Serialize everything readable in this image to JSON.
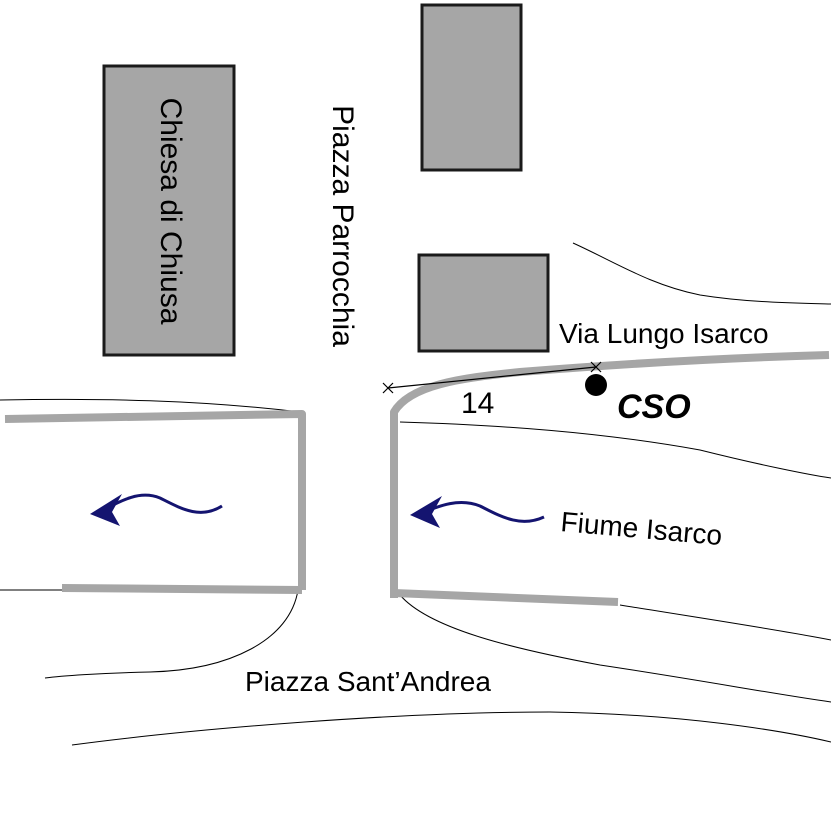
{
  "labels": {
    "church": "Chiesa di Chiusa",
    "parish_square": "Piazza Parrocchia",
    "street": "Via Lungo Isarco",
    "distance": "14",
    "cso": "CSO",
    "river": "Fiume Isarco",
    "sant_andrea_square": "Piazza Sant’Andrea"
  },
  "colors": {
    "building_fill": "#a6a6a6",
    "building_stroke": "#1a1a1a",
    "road_edge": "#a6a6a6",
    "river_arrow": "#141470",
    "line": "#000000"
  }
}
